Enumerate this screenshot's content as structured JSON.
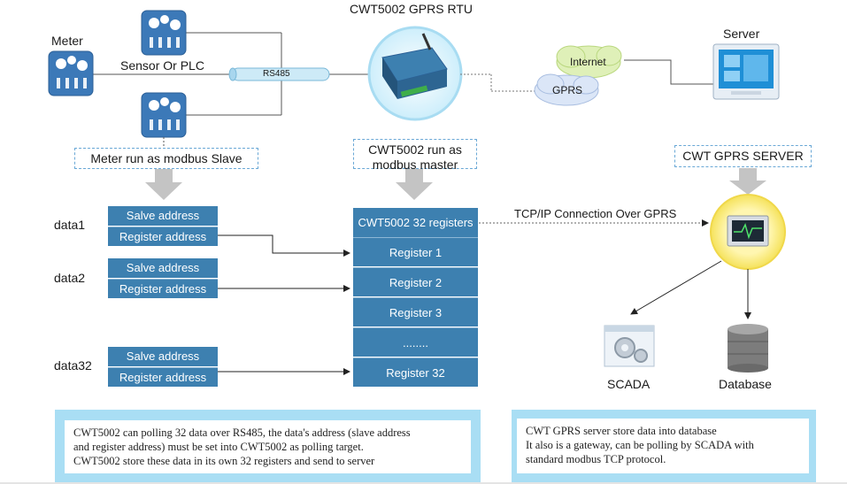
{
  "title": "CWT5002 GPRS RTU",
  "devices": {
    "meter": "Meter",
    "sensor_plc": "Sensor Or PLC",
    "rs485": "RS485",
    "internet": "Internet",
    "gprs": "GPRS",
    "server": "Server",
    "scada": "SCADA",
    "database": "Database"
  },
  "captions": {
    "slave": "Meter run as modbus Slave",
    "master_line1": "CWT5002 run as",
    "master_line2": "modbus master",
    "server": "CWT GPRS SERVER",
    "tcp": "TCP/IP Connection Over GPRS"
  },
  "data_groups": [
    {
      "label": "data1",
      "slave": "Salve address",
      "register": "Register address"
    },
    {
      "label": "data2",
      "slave": "Salve address",
      "register": "Register address"
    },
    {
      "label": "data32",
      "slave": "Salve address",
      "register": "Register address"
    }
  ],
  "registers": {
    "header": "CWT5002 32 registers",
    "items": [
      "Register 1",
      "Register 2",
      "Register 3",
      "........",
      "Register 32"
    ]
  },
  "notes": {
    "left": [
      "CWT5002 can polling 32 data over RS485, the data's address (slave address",
      "and register address) must be set into CWT5002 as polling target.",
      "CWT5002 store these data in its own 32 registers and send to server"
    ],
    "right": [
      "CWT GPRS server store data into database",
      "It also is a gateway, can be polling by SCADA with",
      "standard modbus TCP protocol."
    ]
  },
  "colors": {
    "register_blue": "#3d80b0",
    "arrow_gray": "#c4c4c4",
    "note_border": "#a9def4",
    "caption_border": "#6aa8d6"
  }
}
